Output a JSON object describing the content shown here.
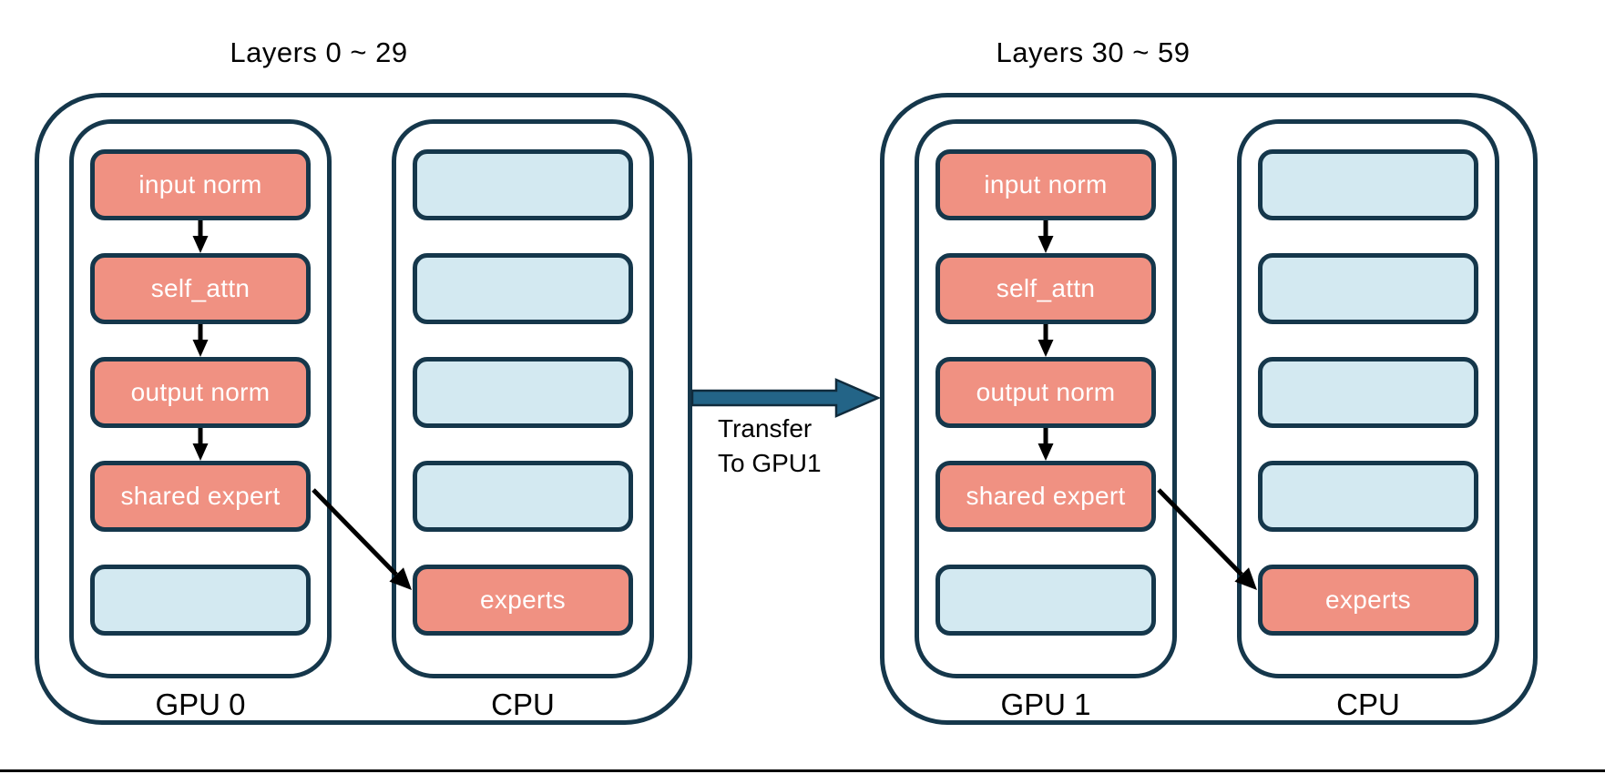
{
  "colors": {
    "background": "#ffffff",
    "outline": "#15374B",
    "module_fill": "#F09182",
    "empty_fill": "#D3E9F1",
    "module_text": "#ffffff",
    "label_text": "#000000",
    "flow_arrow": "#000000",
    "transfer_fill": "#236487",
    "transfer_stroke": "#102B3C"
  },
  "transfer": {
    "label": "Transfer\nTo GPU1"
  },
  "groups": [
    {
      "title": "Layers 0 ~ 29",
      "gpu": {
        "label": "GPU 0",
        "boxes": [
          {
            "label": "input norm",
            "kind": "module"
          },
          {
            "label": "self_attn",
            "kind": "module"
          },
          {
            "label": "output norm",
            "kind": "module"
          },
          {
            "label": "shared expert",
            "kind": "module"
          },
          {
            "label": "",
            "kind": "empty"
          }
        ]
      },
      "cpu": {
        "label": "CPU",
        "boxes": [
          {
            "label": "",
            "kind": "empty"
          },
          {
            "label": "",
            "kind": "empty"
          },
          {
            "label": "",
            "kind": "empty"
          },
          {
            "label": "",
            "kind": "empty"
          },
          {
            "label": "experts",
            "kind": "module"
          }
        ]
      }
    },
    {
      "title": "Layers 30 ~ 59",
      "gpu": {
        "label": "GPU 1",
        "boxes": [
          {
            "label": "input norm",
            "kind": "module"
          },
          {
            "label": "self_attn",
            "kind": "module"
          },
          {
            "label": "output norm",
            "kind": "module"
          },
          {
            "label": "shared expert",
            "kind": "module"
          },
          {
            "label": "",
            "kind": "empty"
          }
        ]
      },
      "cpu": {
        "label": "CPU",
        "boxes": [
          {
            "label": "",
            "kind": "empty"
          },
          {
            "label": "",
            "kind": "empty"
          },
          {
            "label": "",
            "kind": "empty"
          },
          {
            "label": "",
            "kind": "empty"
          },
          {
            "label": "experts",
            "kind": "module"
          }
        ]
      }
    }
  ]
}
